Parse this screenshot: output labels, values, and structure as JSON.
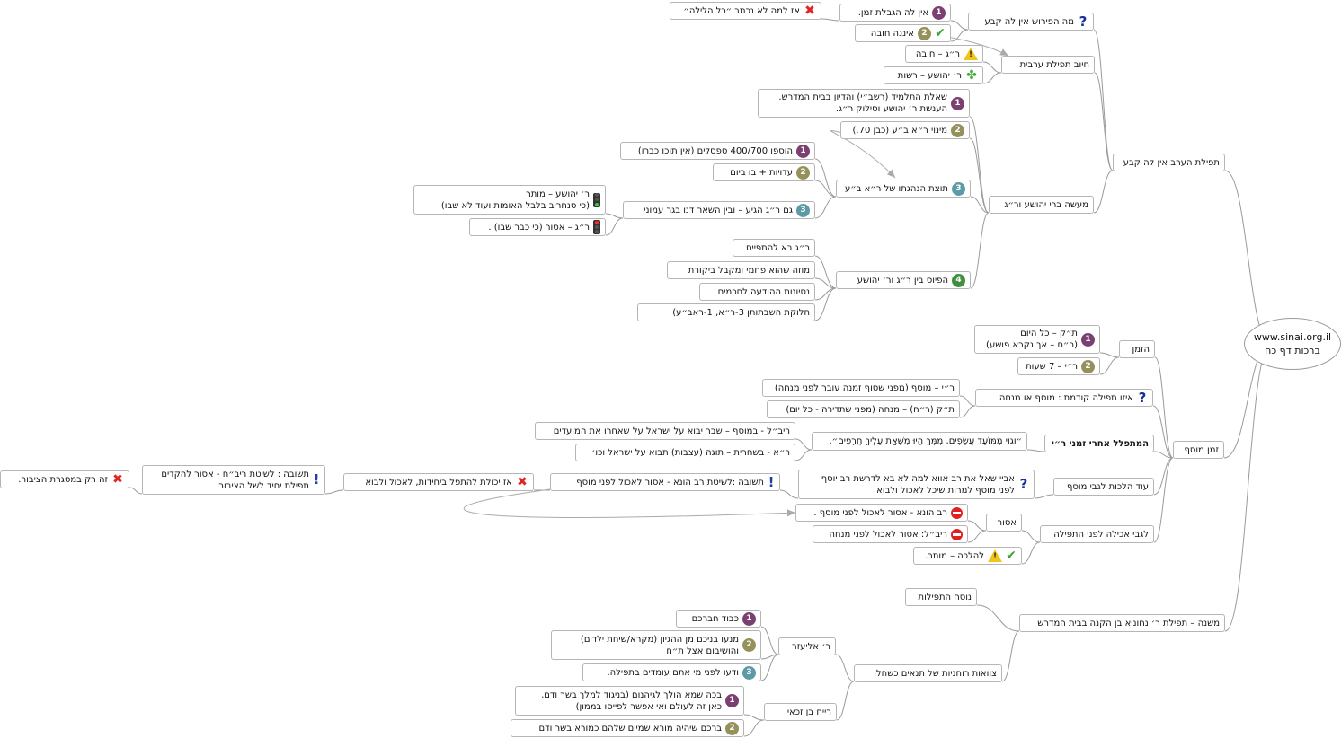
{
  "root": {
    "line1": "www.sinai.org.il",
    "line2": "ברכות דף כח"
  },
  "nodes": {
    "a": "תפילת הערב אין לה קבע",
    "a1": "מה הפירוש אין לה קבע",
    "a1a": "אין לה הגבלת זמן.",
    "a1a1": "אז למה לא נכתב ״כל הלילה״",
    "a1b": "איננה חובה",
    "a2": "חיוב תפילת ערבית",
    "a2a": "ר״ג – חובה",
    "a2b": "ר׳ יהושע – רשות",
    "a3": "מעשה ברי יהושע ור״ג",
    "a3a": "שאלת התלמיד (רשב״י) והדיון בבית המדרש.\nהענשת ר׳ יהושע וסילוק ר״ג.",
    "a3b": "מינוי ר״א ב״ע (כבן 70.)",
    "a3c": "תוצת הנהגתו של ר״א ב״ע",
    "a3c1": "הוספו 400/700 ספסלים (אין תוכו כברו)",
    "a3c2": "עדויות + בו ביום",
    "a3c3": "גם ר״ג הגיע – ובין השאר דנו בגר עמוני",
    "a3c3a": "ר׳ יהושע – מותר\n(כי סנחריב בלבל האומות ועוד לא שבו)",
    "a3c3b": "ר״ג – אסור (כי כבר שבו) .",
    "a3d": "הפיוס בין ר״ג ור׳ יהושע",
    "a3d1": "ר״ג בא להתפייס",
    "a3d2": "מוזה שהוא פחמי ומקבל ביקורת",
    "a3d3": "נסיונות ההודעה לחכמים",
    "a3d4": "חלוקת השבתותן 3-ר״א, 1-ראב״ע)",
    "b": "זמן מוסף",
    "b1": "הזמן",
    "b1a": "ת״ק – כל היום\n(ר״ח – אך נקרא פושע)",
    "b1b": "ר״י – 7 שעות",
    "b2": "איזו תפילה קודמת : מוסף או מנחה",
    "b2a": "ר״י – מוסף (מפני שסוף זמנה עובר לפני מנחה)",
    "b2b": "ת״ק (ר״ח) – מנחה (מפני שתדירה - כל יום)",
    "b3": "המתפלל אחרי זמני ר״י",
    "b3a": "״וגוֹי מִמּוֹעֵד עֲשָׂפִים, מִמֶּךָ הָיוּ מִשְׁאַת עָלֶיךָ חֲרָפִים״.",
    "b3a1": "ריב״ל - במוסף – שבר יבוא על ישראל על שאחרו את המועדים",
    "b3a2": "ר״א - בשחרית – תוגה (עצבות) תבוא על ישראל וכו׳",
    "b4": "עוד הלכות לגבי מוסף",
    "b4a": "אביי שאל את רב אווא למה לא בא לדרשת רב יוסף\nלפני מוסף למרות שיכל לאכול ולבוא",
    "b4b": "תשובה :לשיטת רב הונא - אסור לאכול לפני מוסף",
    "b4c": "אז יכולת להתפל ביחידות, לאכול ולבוא",
    "b4d": "תשובה : לשיטת ריב״ח - אסור להקדים\nתפילת יחיד לשל הציבור",
    "b4e": "זה רק במסגרת הציבור.",
    "b5": "לגבי אכילה לפני התפילה",
    "b5a": "אסור",
    "b5a1": "רב הונא - אסור לאכול לפני מוסף .",
    "b5a2": "ריב״ל: אסור לאכול לפני מנחה",
    "b5b": "להלכה – מותר.",
    "c": "משנה – תפילת ר׳ נחוניא בן הקנה בבית המדרש",
    "c1": "נוסח התפילות",
    "c2": "צוואות רוחניות של תנאים כשחלו",
    "c2a": "ר׳ אליעזר",
    "c2a1": "כבוד חברכם",
    "c2a2": "מנעו בניכם מן ההגיון (מקרא/שיחת ילדים)\nוהושיבום אצל ת״ח",
    "c2a3": "ודעו לפני מי אתם עומדים בתפילה.",
    "c2b": "רייח בן זכאי",
    "c2b1": "בכה שמא הולך לגיהנום (בניגוד למלך בשר ודם,\nכאן זה לעולם ואי אפשר לפייסו בממון)",
    "c2b2": "ברכם שיהיה מורא שמיים שלהם כמורא בשר ודם"
  },
  "colors": {
    "line": "#9a9a9a",
    "border": "#b5b5b5",
    "num1": "#7b3f72",
    "num2": "#95915a",
    "num3": "#5c9aa6",
    "num4": "#3f8f3f"
  }
}
